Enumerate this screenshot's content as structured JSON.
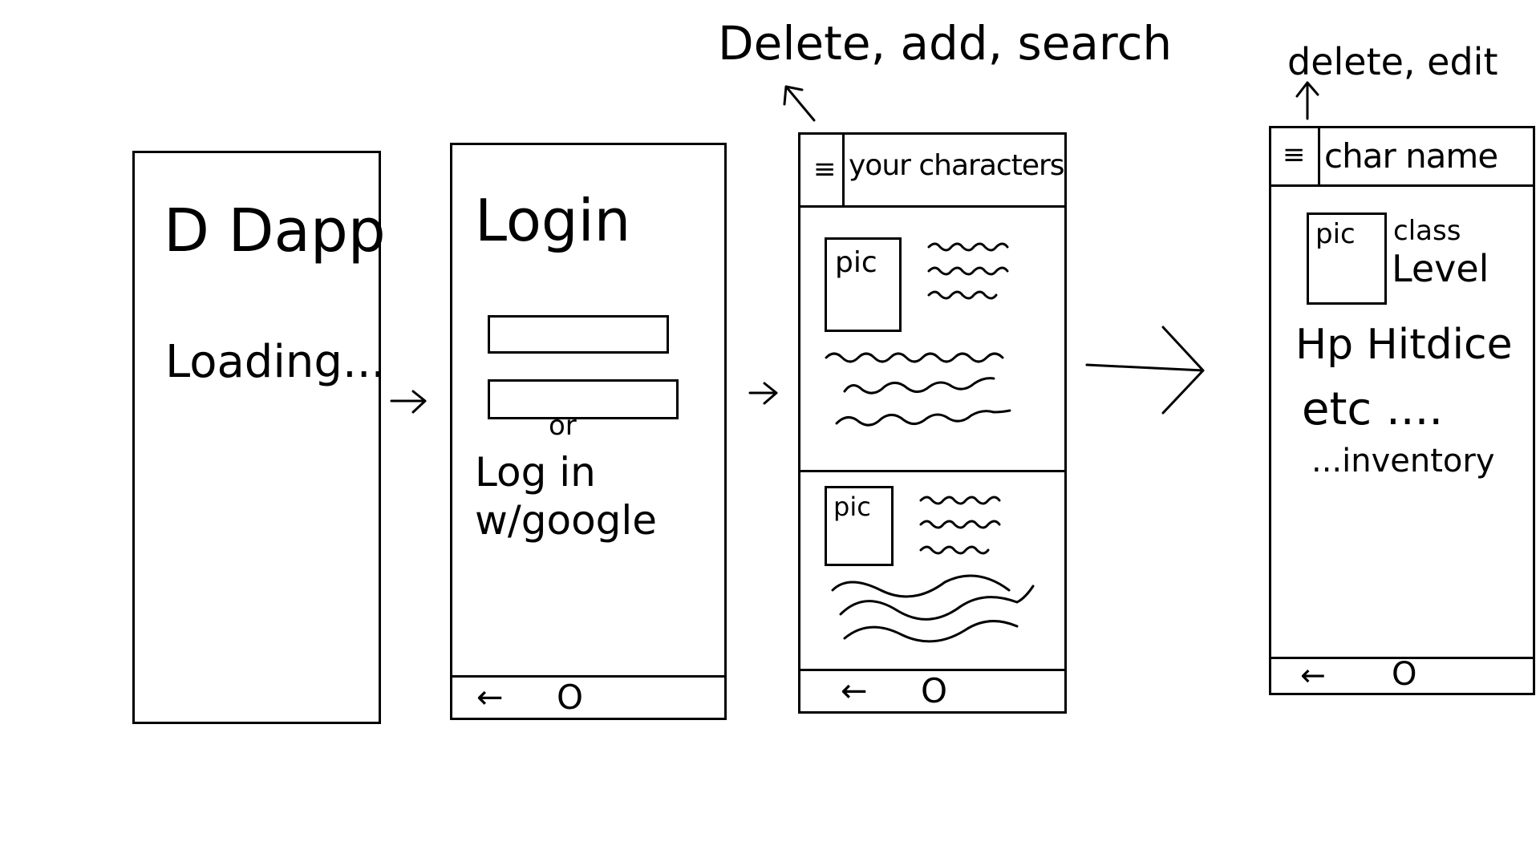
{
  "annotations": {
    "screen3": "Delete, add, search",
    "screen4": "delete, edit"
  },
  "screen1": {
    "title": "D Dapp",
    "loading": "Loading..."
  },
  "screen2": {
    "title": "Login",
    "or": "or",
    "google_line1": "Log in",
    "google_line2": "w/google"
  },
  "screen3": {
    "header": "your characters",
    "cards": [
      {
        "pic": "pic"
      },
      {
        "pic": "pic"
      }
    ]
  },
  "screen4": {
    "header": "char name",
    "pic": "pic",
    "class": "class",
    "level": "Level",
    "stats": "Hp Hitdice",
    "etc": "etc ....",
    "inventory": "...inventory"
  },
  "nav": {
    "back": "←",
    "home": "O"
  },
  "menu_icon": "≡"
}
